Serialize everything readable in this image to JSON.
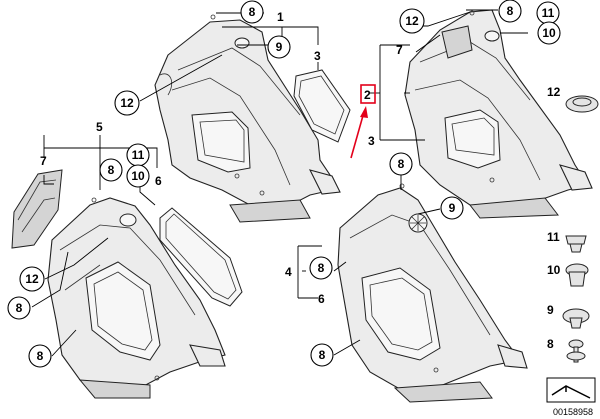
{
  "diagram": {
    "labels": {
      "n1": "1",
      "n2": "2",
      "n3a": "3",
      "n3b": "3",
      "n4": "4",
      "n5": "5",
      "n6a": "6",
      "n6b": "6",
      "n7a": "7",
      "n7b": "7"
    },
    "callouts": {
      "c8_top": "8",
      "c9_top": "9",
      "c12_top": "12",
      "c12_tr": "12",
      "c8_tr": "8",
      "c11_tr": "11",
      "c10_tr": "10",
      "c12_legend": "12",
      "c8_left": "8",
      "c11_left": "11",
      "c10_left": "10",
      "c12_left": "12",
      "c8_left_b": "8",
      "c8_left_c": "8",
      "c8_mid": "8",
      "c9_mid": "9",
      "c8_mid_b": "8",
      "c8_mid_c": "8"
    },
    "legend": {
      "items": [
        {
          "num": "11",
          "icon": "push-clip-icon"
        },
        {
          "num": "10",
          "icon": "expanding-nut-icon"
        },
        {
          "num": "9",
          "icon": "cap-plug-icon"
        },
        {
          "num": "8",
          "icon": "screw-with-washer-icon"
        }
      ]
    },
    "reference_number": "00158958",
    "highlight_color": "#e3001b"
  }
}
